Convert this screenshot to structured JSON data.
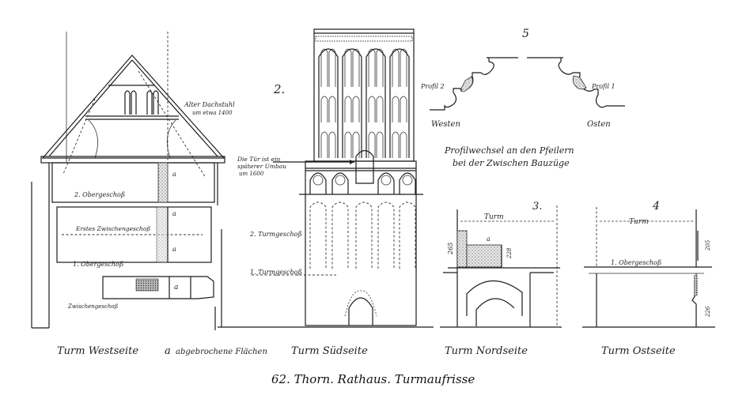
{
  "plate": {
    "caption": "62. Thorn. Rathaus. Turmaufrisse"
  },
  "figures": {
    "west": {
      "title": "Turm Westseite",
      "legend_marker": "a",
      "legend_text": "abgebrochene Flächen",
      "roof_note_line1": "Alter Dachstuhl",
      "roof_note_line2": "um etwa 1400",
      "floors": [
        "2. Obergeschoß",
        "Erstes Zwischengeschoß",
        "1. Obergeschoß",
        "Zwischengeschoß"
      ],
      "markers": [
        "a",
        "a",
        "a",
        "a"
      ]
    },
    "south": {
      "number": "2.",
      "title": "Turm Südseite",
      "note_line1": "Die Tür ist ein",
      "note_line2": "späterer Umbau",
      "note_line3": "um 1600",
      "floors": [
        "2. Turmgeschoß",
        "1. Turmgeschoß"
      ]
    },
    "north": {
      "number": "3.",
      "title": "Turm Nordseite",
      "span_label": "Turm",
      "marker": "a",
      "dim_left": "265",
      "dim_right": "228"
    },
    "east": {
      "number": "4",
      "title": "Turm Ostseite",
      "span_label": "Turm",
      "floor": "1. Obergeschoß",
      "dim_upper": "205",
      "dim_lower": "226"
    },
    "profile": {
      "number": "5",
      "label_left": "Profil 2",
      "label_right": "Profil 1",
      "side_left": "Westen",
      "side_right": "Osten",
      "note_line1": "Profilwechsel an den Pfeilern",
      "note_line2": "bei der Zwischen Bauzüge"
    }
  }
}
